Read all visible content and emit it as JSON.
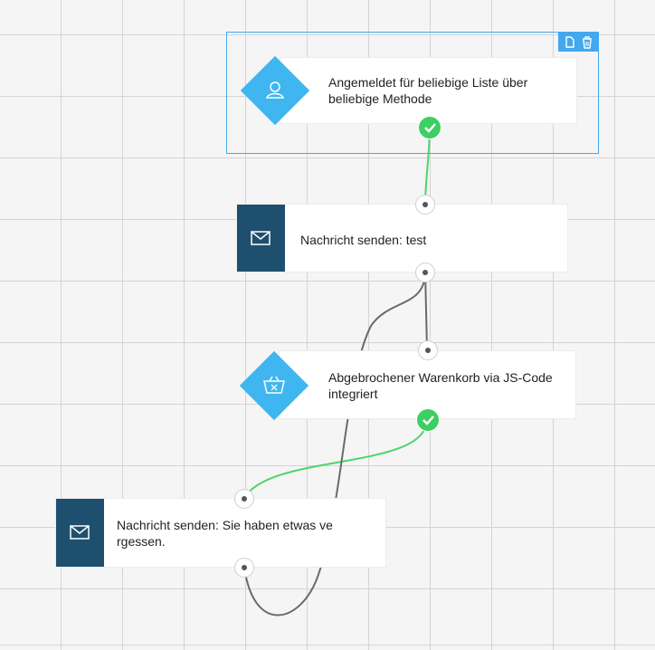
{
  "canvas": {
    "nodes": [
      {
        "id": "trigger-subscribed",
        "label": "Angemeldet für beliebige Liste über beliebige Methode",
        "icon": "user-icon",
        "selected": true
      },
      {
        "id": "send-message-1",
        "label": "Nachricht senden: test",
        "icon": "mail-icon"
      },
      {
        "id": "trigger-cart",
        "label": "Abgebrochener Warenkorb via JS-Code integriert",
        "icon": "basket-icon"
      },
      {
        "id": "send-message-2",
        "label": "Nachricht senden: Sie haben etwas ve rgessen.",
        "icon": "mail-icon"
      }
    ],
    "selection_tools": [
      "copy-icon",
      "trash-icon"
    ]
  },
  "colors": {
    "accent": "#3fb6ef",
    "selection": "#43a8ee",
    "action": "#1e4f6e",
    "success": "#3ecf63",
    "wire_success": "#4cd46b",
    "wire_default": "#6a6a6a"
  }
}
